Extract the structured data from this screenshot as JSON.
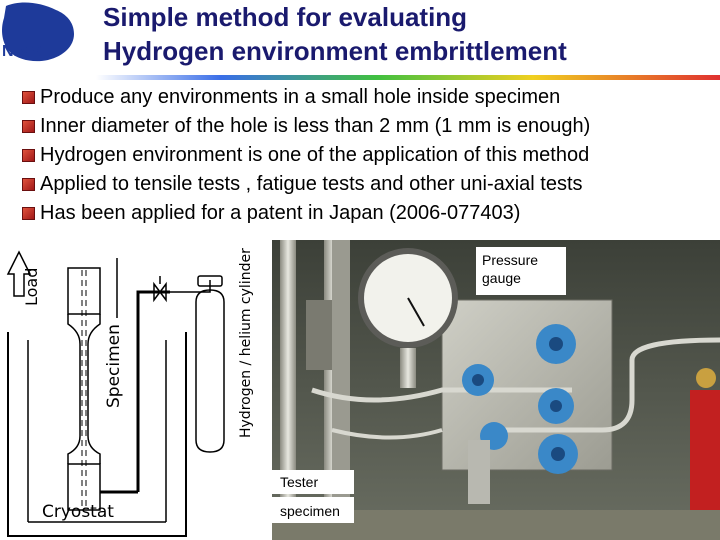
{
  "header": {
    "logo_text": "NIMS",
    "title_line1": "Simple method for evaluating",
    "title_line2": "Hydrogen environment embrittlement"
  },
  "bullets": [
    "Produce any environments in a small hole inside specimen",
    "Inner diameter of the hole is less than 2 mm (1 mm is enough)",
    "Hydrogen environment is one of the application of this method",
    "Applied to tensile tests , fatigue tests and other uni-axial tests",
    "Has been applied for a patent in Japan (2006-077403)"
  ],
  "diagram": {
    "load_label": "Load",
    "specimen_label": "Specimen",
    "cylinder_label": "Hydrogen / helium cylinder",
    "cryostat_label": "Cryostat"
  },
  "photo": {
    "callout_gauge": "Pressure gauge",
    "callout_tester": "Tester",
    "callout_specimen": "specimen"
  },
  "colors": {
    "title": "#1a1a6e",
    "bullet": "#b02020",
    "logo": "#1e3a9a"
  }
}
